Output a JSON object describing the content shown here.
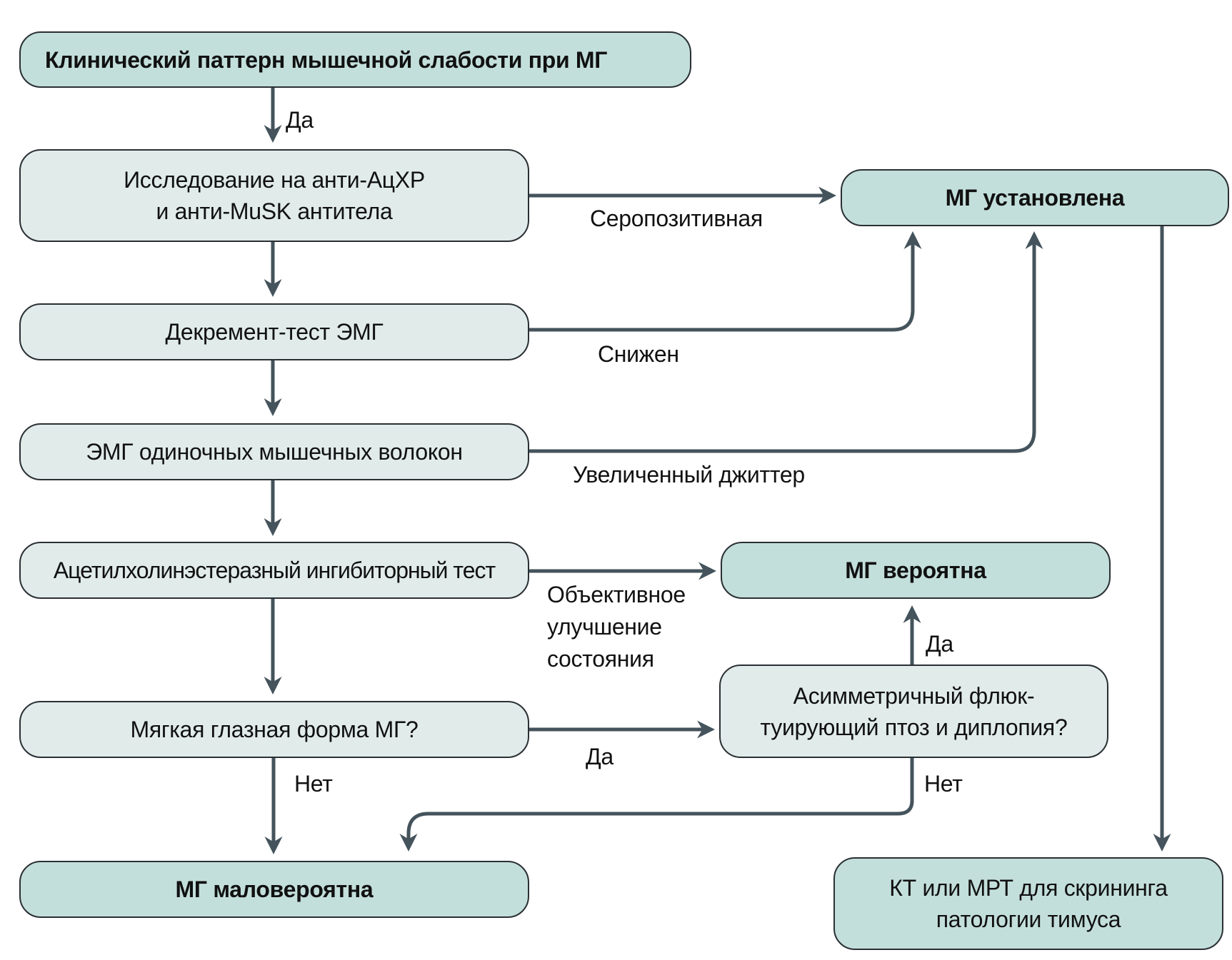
{
  "colors": {
    "node_light": "#e1ecea",
    "node_dark": "#c3dfdb",
    "arrow": "#44535c",
    "border": "#2a2f33"
  },
  "nodes": {
    "start": "Клинический паттерн мышечной слабости при МГ",
    "antibody_test": [
      "Исследование на анти-АцХР",
      "и анти-MuSK антитела"
    ],
    "mg_established": "МГ установлена",
    "decrement_test": "Декремент-тест ЭМГ",
    "sfemg": "ЭМГ одиночных мышечных волокон",
    "ache_test": "Ацетилхолинэстеразный ингибиторный тест",
    "mg_probable": "МГ вероятна",
    "asymmetric_ptosis": [
      "Асимметричный флюк-",
      "туирующий птоз и диплопия?"
    ],
    "mild_ocular": "Мягкая глазная форма МГ?",
    "mg_unlikely": "МГ маловероятна",
    "ct_mri": [
      "КТ или МРТ для скрининга",
      "патологии тимуса"
    ]
  },
  "edge_labels": {
    "start_yes": "Да",
    "seropositive": "Серопозитивная",
    "decreased": "Снижен",
    "jitter": "Увеличенный джиттер",
    "improvement": [
      "Объективное",
      "улучшение",
      "состояния"
    ],
    "ocular_yes": "Да",
    "ptosis_yes": "Да",
    "ocular_no": "Нет",
    "ptosis_no": "Нет"
  }
}
